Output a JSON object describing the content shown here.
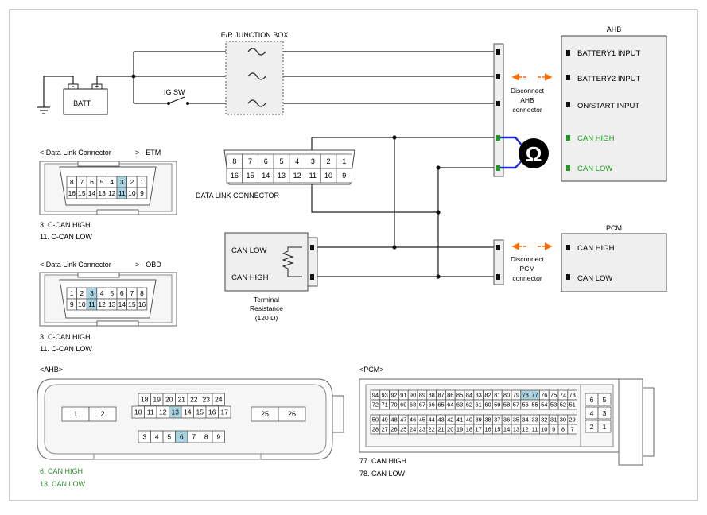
{
  "ahb_module": {
    "title": "AHB",
    "pins": [
      "BATTERY1 INPUT",
      "BATTERY2 INPUT",
      "ON/START INPUT",
      "CAN HIGH",
      "CAN LOW"
    ]
  },
  "pcm_module": {
    "title": "PCM",
    "pins": [
      "CAN HIGH",
      "CAN LOW"
    ]
  },
  "junction_box": "E/R JUNCTION BOX",
  "battery": {
    "label": "BATT.",
    "neg": "-",
    "pos": "+"
  },
  "ig_switch": "IG SW",
  "disconnect_ahb": [
    "Disconnect",
    "AHB",
    "connector"
  ],
  "disconnect_pcm": [
    "Disconnect",
    "PCM",
    "connector"
  ],
  "ohm_symbol": "Ω",
  "dlc": {
    "label": "DATA LINK CONNECTOR",
    "top": [
      "8",
      "7",
      "6",
      "5",
      "4",
      "3",
      "2",
      "1"
    ],
    "bottom": [
      "16",
      "15",
      "14",
      "13",
      "12",
      "11",
      "10",
      "9"
    ]
  },
  "terminal_resistor": {
    "can_low": "CAN LOW",
    "can_high": "CAN HIGH",
    "caption": [
      "Terminal",
      "Resistance",
      "(120  Ω)"
    ]
  },
  "dlc_etm": {
    "title_left": "< Data Link Connector",
    "title_right": "> - ETM",
    "top": [
      "8",
      "7",
      "6",
      "5",
      "4",
      "3",
      "2",
      "1"
    ],
    "bottom": [
      "16",
      "15",
      "14",
      "13",
      "12",
      "11",
      "10",
      "9"
    ],
    "legend": [
      "3.  C-CAN HIGH",
      "11. C-CAN LOW"
    ]
  },
  "dlc_obd": {
    "title_left": "< Data Link Connector",
    "title_right": "> - OBD",
    "top": [
      "1",
      "2",
      "3",
      "4",
      "5",
      "6",
      "7",
      "8"
    ],
    "bottom": [
      "9",
      "10",
      "11",
      "12",
      "13",
      "14",
      "15",
      "16"
    ],
    "legend": [
      "3.  C-CAN HIGH",
      "11. C-CAN LOW"
    ]
  },
  "ahb_connector": {
    "title": "<AHB>",
    "row1": [
      "18",
      "19",
      "20",
      "21",
      "22",
      "23",
      "24"
    ],
    "row2": [
      "10",
      "11",
      "12",
      "13",
      "14",
      "15",
      "16",
      "17"
    ],
    "row3": [
      "3",
      "4",
      "5",
      "6",
      "7",
      "8",
      "9"
    ],
    "left": [
      "1",
      "2"
    ],
    "right": [
      "25",
      "26"
    ],
    "legend": [
      "6. CAN HIGH",
      "13. CAN LOW"
    ]
  },
  "pcm_connector": {
    "title": "<PCM>",
    "row1": [
      "94",
      "93",
      "92",
      "91",
      "90",
      "89",
      "88",
      "87",
      "86",
      "85",
      "84",
      "83",
      "82",
      "81",
      "80",
      "79",
      "78",
      "77",
      "76",
      "75",
      "74",
      "73"
    ],
    "row2": [
      "72",
      "71",
      "70",
      "69",
      "68",
      "67",
      "66",
      "65",
      "64",
      "63",
      "62",
      "61",
      "60",
      "59",
      "58",
      "57",
      "56",
      "55",
      "54",
      "53",
      "52",
      "51"
    ],
    "row3": [
      "50",
      "49",
      "48",
      "47",
      "46",
      "45",
      "44",
      "43",
      "42",
      "41",
      "40",
      "39",
      "38",
      "37",
      "36",
      "35",
      "34",
      "33",
      "32",
      "31",
      "30",
      "29"
    ],
    "row4": [
      "28",
      "27",
      "26",
      "25",
      "24",
      "23",
      "22",
      "21",
      "20",
      "19",
      "18",
      "17",
      "16",
      "15",
      "14",
      "13",
      "12",
      "11",
      "10",
      "9",
      "8",
      "7"
    ],
    "aux": [
      "6",
      "5",
      "4",
      "3",
      "2",
      "1"
    ],
    "legend": [
      "77. CAN HIGH",
      "78. CAN LOW"
    ]
  },
  "colors": {
    "highlight": "#a9d3e0",
    "can_wire": "#1f2bd6",
    "can_pin": "#1e9a1e",
    "arrow": "#ff6a00",
    "legend_green": "#2e8b2e"
  }
}
